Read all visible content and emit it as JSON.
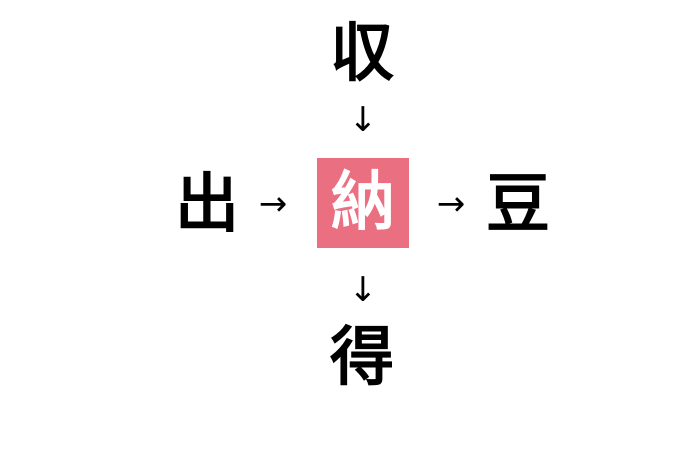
{
  "puzzle": {
    "top": "収",
    "left": "出",
    "center": "納",
    "right": "豆",
    "bottom": "得",
    "arrow_down": "↓",
    "arrow_right": "→"
  },
  "colors": {
    "center_bg": "#ea6f81",
    "center_text": "#ffffff",
    "text": "#000000",
    "background": "#ffffff"
  }
}
